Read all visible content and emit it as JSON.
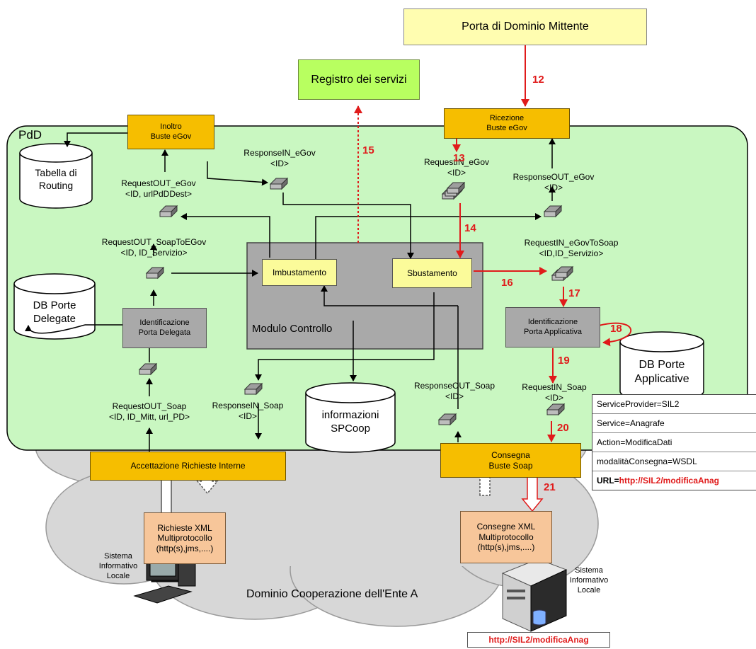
{
  "domain_labels": {
    "pdd": "PdD",
    "cloud": "Dominio Cooperazione dell'Ente A"
  },
  "external": {
    "porta_mittente": "Porta di Dominio Mittente",
    "registro": "Registro dei servizi"
  },
  "boxes": {
    "inoltro": [
      "Inoltro",
      "Buste eGov"
    ],
    "ricezione": [
      "Ricezione",
      "Buste eGov"
    ],
    "imbustamento": "Imbustamento",
    "sbustamento": "Sbustamento",
    "modulo_controllo": "Modulo Controllo",
    "id_porta_delegata": [
      "Identificazione",
      "Porta Delegata"
    ],
    "id_porta_applicativa": [
      "Identificazione",
      "Porta Applicativa"
    ],
    "accettazione": "Accettazione Richieste Interne",
    "consegna": [
      "Consegna",
      "Buste Soap"
    ],
    "richieste_xml": [
      "Richieste XML",
      "Multiprotocollo",
      "(http(s),jms,....)"
    ],
    "consegne_xml": [
      "Consegne XML",
      "Multiprotocollo",
      "(http(s),jms,....)"
    ]
  },
  "databases": {
    "tabella_routing": [
      "Tabella di",
      "Routing"
    ],
    "db_porte_delegate": [
      "DB Porte",
      "Delegate"
    ],
    "db_porte_applicative": [
      "DB Porte",
      "Applicative"
    ],
    "informazioni_spcoop": [
      "informazioni",
      "SPCoop"
    ]
  },
  "messages": {
    "response_in_egov": [
      "ResponseIN_eGov",
      "<ID>"
    ],
    "request_out_egov": [
      "RequestOUT_eGov",
      "<ID, urlPdDDest>"
    ],
    "request_in_egov": [
      "RequestIN_eGov",
      "<ID>"
    ],
    "response_out_egov": [
      "ResponseOUT_eGov",
      "<ID>"
    ],
    "request_out_soaptoegov": [
      "RequestOUT_SoapToEGov",
      "<ID, ID_Servizio>"
    ],
    "request_in_egovtosoap": [
      "RequestIN_eGovToSoap",
      "<ID,ID_Servizio>"
    ],
    "request_out_soap": [
      "RequestOUT_Soap",
      "<ID, ID_Mitt, url_PD>"
    ],
    "response_in_soap": [
      "ResponseIN_Soap",
      "<ID>"
    ],
    "response_out_soap": [
      "ResponseOUT_Soap",
      "<ID>"
    ],
    "request_in_soap": [
      "RequestIN_Soap",
      "<ID>"
    ]
  },
  "step_numbers": [
    "12",
    "13",
    "14",
    "15",
    "16",
    "17",
    "18",
    "19",
    "20",
    "21"
  ],
  "service_table": {
    "rows": [
      "ServiceProvider=SIL2",
      "Service=Anagrafe",
      "Action=ModificaDati",
      "modalitàConsegna=WSDL"
    ],
    "url_prefix": "URL=",
    "url_value": "http://SIL2/modificaAnag"
  },
  "systems": {
    "left": [
      "Sistema",
      "Informativo",
      "Locale"
    ],
    "right": [
      "Sistema",
      "Informativo",
      "Locale"
    ],
    "server_url": "http://SIL2/modificaAnag"
  },
  "colors": {
    "pdd_fill": "#c9f7c1",
    "orange": "#f6be00",
    "flow_red": "#e01b1b"
  }
}
